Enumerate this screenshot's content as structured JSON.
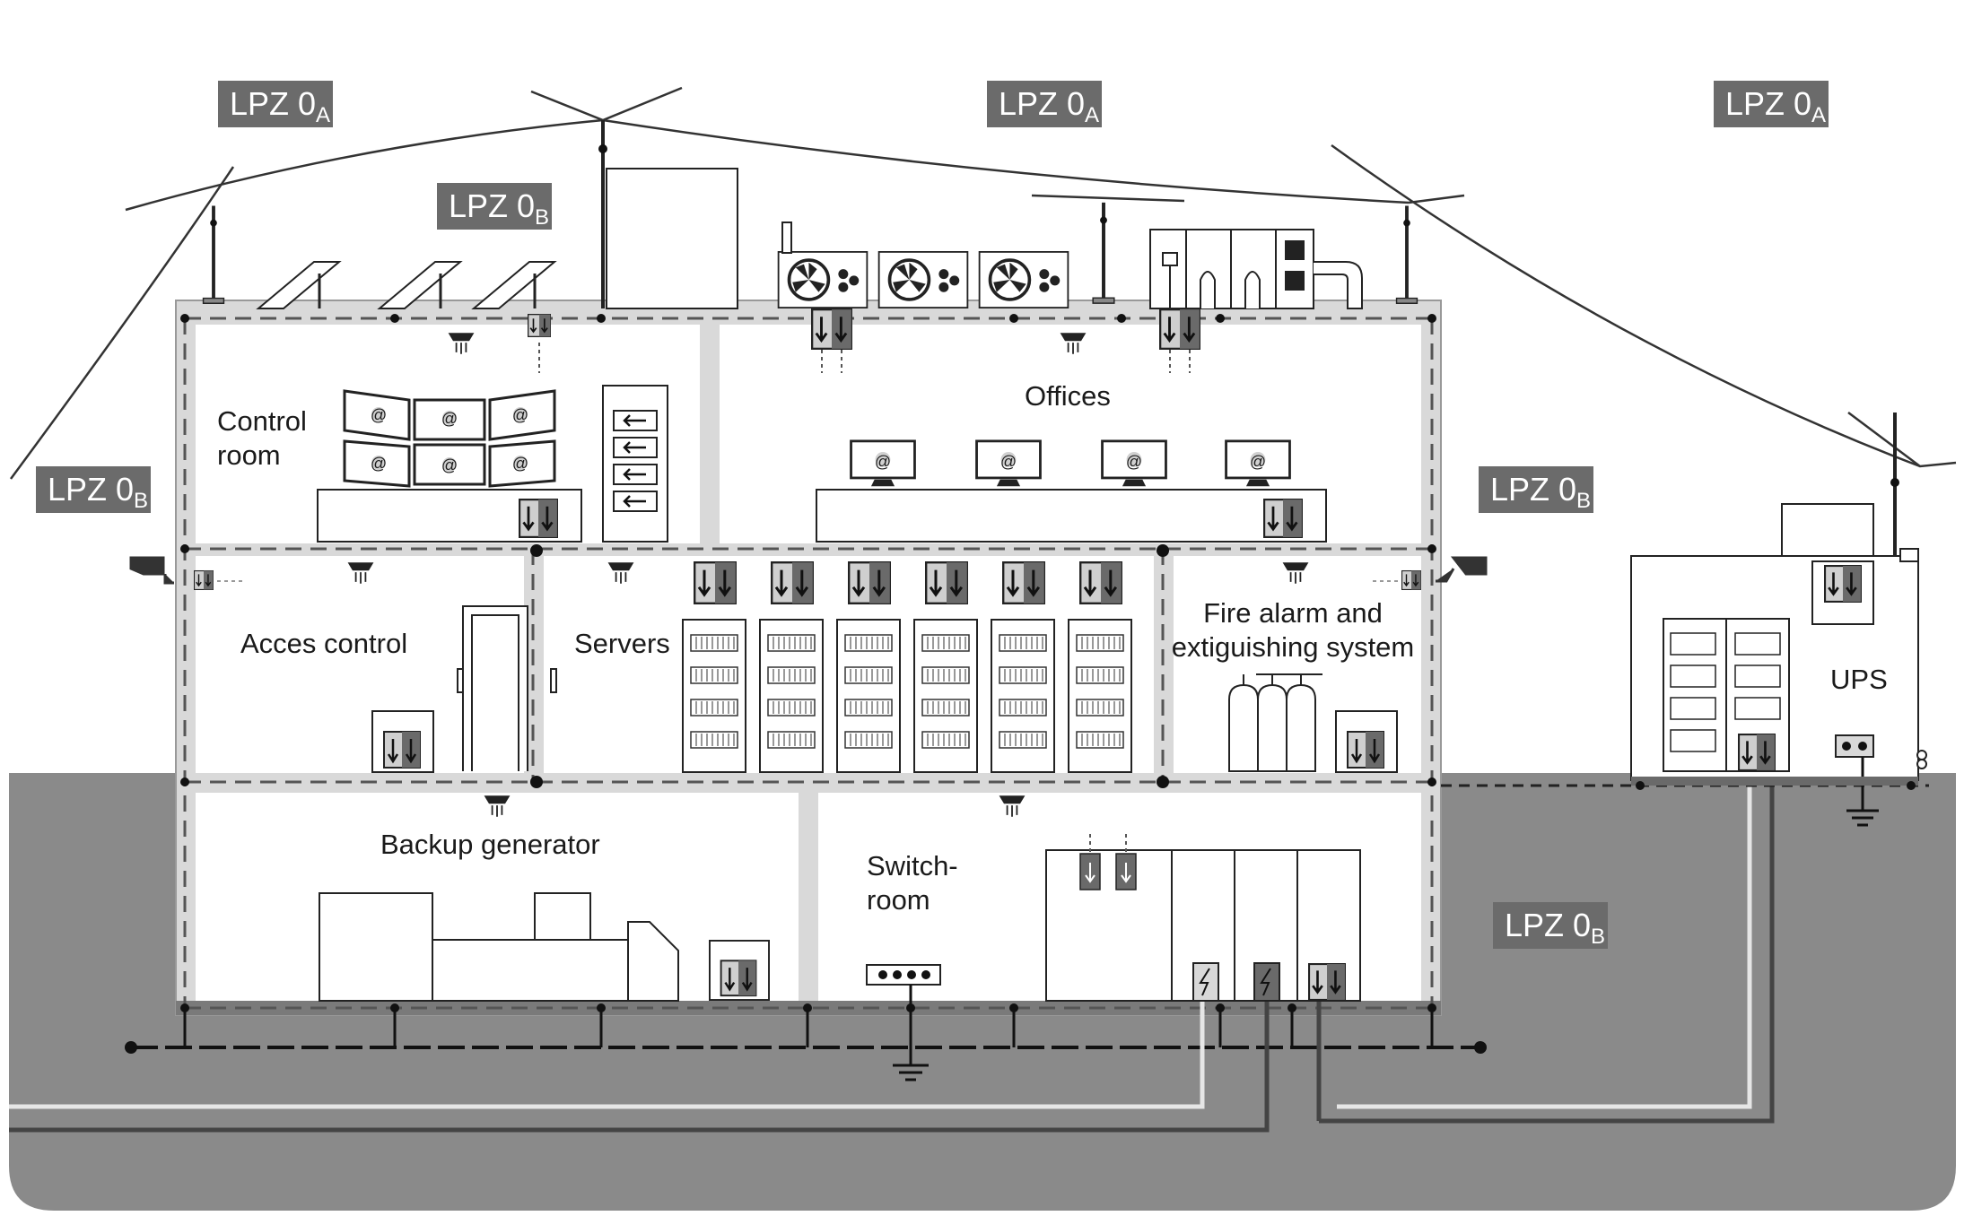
{
  "zones": {
    "lpz_0a": {
      "main": "LPZ 0",
      "sub": "A"
    },
    "lpz_0b": {
      "main": "LPZ 0",
      "sub": "B"
    }
  },
  "rooms": {
    "control_room": [
      "Control",
      "room"
    ],
    "offices": "Offices",
    "access_control": "Acces control",
    "servers": "Servers",
    "fire_alarm": [
      "Fire alarm and",
      "extiguishing system"
    ],
    "backup_generator": "Backup generator",
    "switch_room": [
      "Switch-",
      "room"
    ],
    "ups": "UPS"
  },
  "monitor_symbol": "@",
  "colors": {
    "ground": "#8a8a8a",
    "label_bg": "#6b6b6b",
    "wall": "#d9d9d9",
    "dark_device": "#6a6a6a",
    "line": "#1a1a1a"
  }
}
